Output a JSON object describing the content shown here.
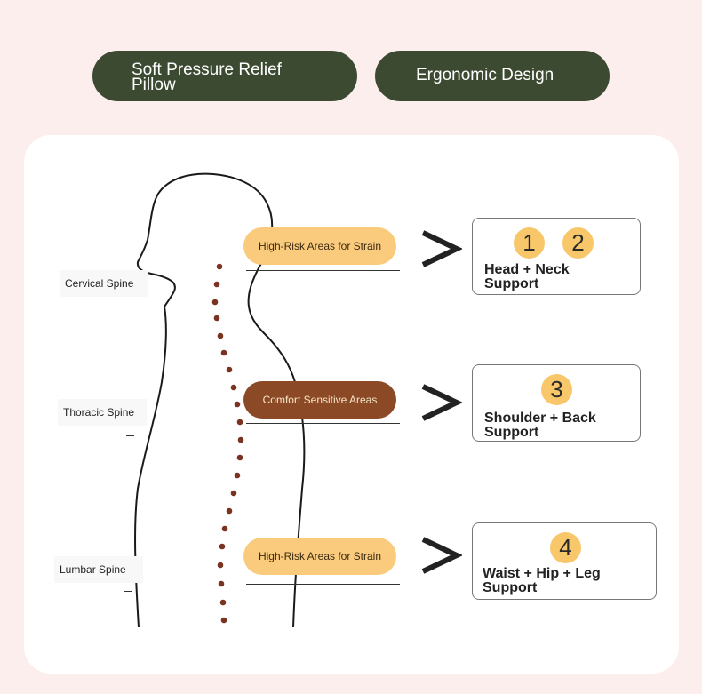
{
  "top_buttons": {
    "left_label": "Soft Pressure Relief Pillow",
    "right_label": "Ergonomic Design"
  },
  "spine_labels": {
    "cervical": "Cervical Spine",
    "thoracic": "Thoracic Spine",
    "lumbar": "Lumbar Spine"
  },
  "tags": {
    "top": "High-Risk Areas for Strain",
    "middle": "Comfort Sensitive Areas",
    "bottom": "High-Risk Areas for Strain"
  },
  "boxes": {
    "head_neck": {
      "numbers": [
        "1",
        "2"
      ],
      "line1": "Head + Neck",
      "line2": "Support"
    },
    "shoulder_back": {
      "numbers": [
        "3"
      ],
      "line1": "Shoulder + Back",
      "line2": "Support"
    },
    "waist_hip_leg": {
      "numbers": [
        "4"
      ],
      "line1": "Waist + Hip + Leg",
      "line2": "Support"
    }
  },
  "colors": {
    "page_background": "#fbeeec",
    "dark_green": "#3d4a32",
    "light_tag": "#fbcb7d",
    "dark_tag": "#8b4a25",
    "number_circle": "#f7c769",
    "spine_dots": "#7a3320"
  }
}
